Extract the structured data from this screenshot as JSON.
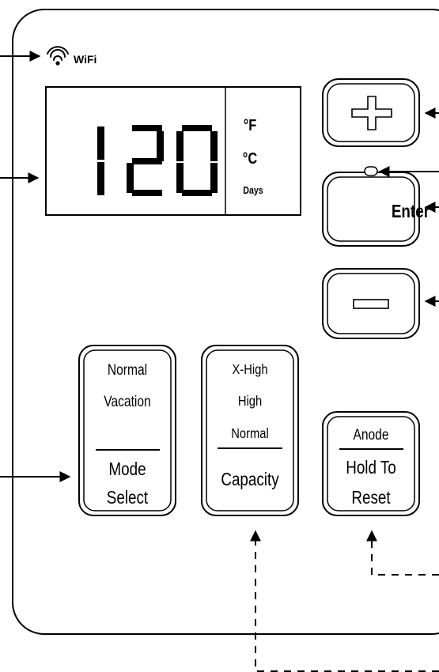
{
  "wifi": {
    "label": "WiFi",
    "icon": "wifi-icon"
  },
  "display": {
    "value": "120",
    "units": [
      "°F",
      "°C"
    ],
    "days": "Days"
  },
  "buttons": {
    "plus": {
      "icon": "plus-icon"
    },
    "enter": {
      "label": "Enter",
      "indicator": "led-icon"
    },
    "minus": {
      "icon": "minus-icon"
    }
  },
  "mode": {
    "options": [
      "Normal",
      "Vacation"
    ],
    "title": [
      "Mode",
      "Select"
    ]
  },
  "capacity": {
    "options": [
      "X-High",
      "High",
      "Normal"
    ],
    "title": "Capacity"
  },
  "anode": {
    "option": "Anode",
    "title": [
      "Hold To",
      "Reset"
    ]
  },
  "colors": {
    "line": "#000000",
    "background": "#ffffff"
  }
}
